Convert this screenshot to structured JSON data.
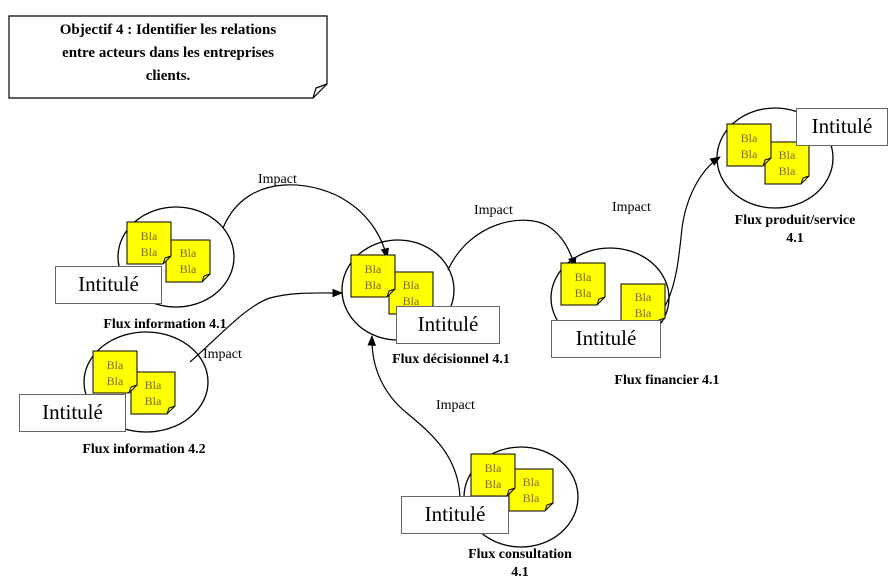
{
  "objective": {
    "line1": "Objectif 4 : Identifier les relations",
    "line2": "entre acteurs dans les entreprises",
    "line3": "clients."
  },
  "note_text": "Bla",
  "colors": {
    "note_fill": "#ffff00",
    "note_text": "#7a6a2a",
    "stroke": "#000000"
  },
  "nodes": [
    {
      "id": "info1",
      "caption": "Flux information 4.1",
      "label": "Intitulé"
    },
    {
      "id": "info2",
      "caption": "Flux information 4.2",
      "label": "Intitulé"
    },
    {
      "id": "decision",
      "caption": "Flux décisionnel 4.1",
      "label": "Intitulé"
    },
    {
      "id": "financier",
      "caption": "Flux financier 4.1",
      "label": "Intitulé"
    },
    {
      "id": "produit",
      "caption_line1": "Flux produit/service",
      "caption_line2": "4.1",
      "label": "Intitulé"
    },
    {
      "id": "consult",
      "caption_line1": "Flux consultation",
      "caption_line2": "4.1",
      "label": "Intitulé"
    }
  ],
  "edges": [
    {
      "from": "info1",
      "to": "decision",
      "label": "Impact"
    },
    {
      "from": "info2",
      "to": "decision",
      "label": "Impact"
    },
    {
      "from": "decision",
      "to": "financier",
      "label": "Impact"
    },
    {
      "from": "financier",
      "to": "produit",
      "label": "Impact"
    },
    {
      "from": "consult",
      "to": "decision",
      "label": "Impact"
    }
  ]
}
